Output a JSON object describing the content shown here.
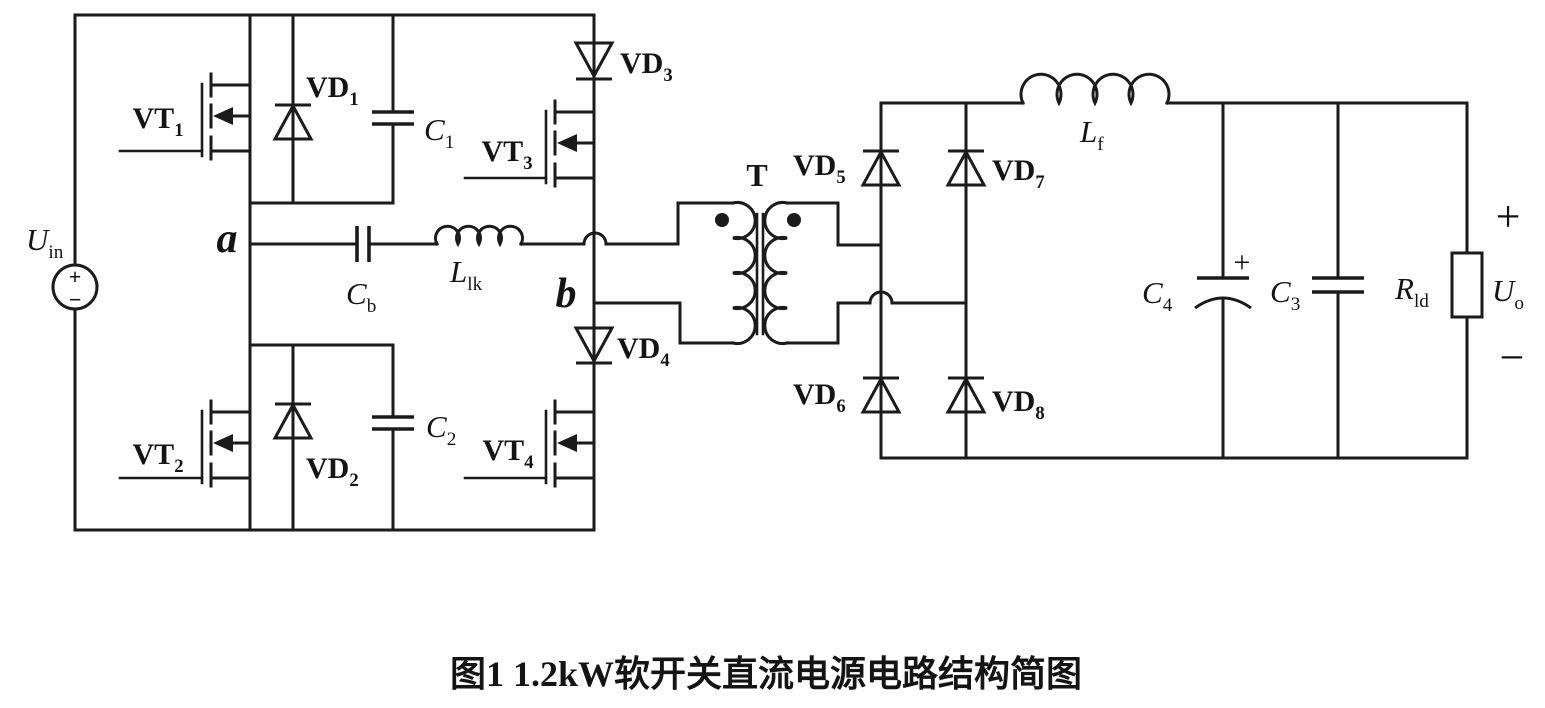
{
  "colors": {
    "ink": "#1b1b1b",
    "paper": "#fefefe"
  },
  "source": {
    "label": {
      "main": "U",
      "sub": "in"
    },
    "plus": "+",
    "minus": "−"
  },
  "bridge": {
    "vt1": {
      "main": "VT",
      "sub": "1"
    },
    "vt2": {
      "main": "VT",
      "sub": "2"
    },
    "vt3": {
      "main": "VT",
      "sub": "3"
    },
    "vt4": {
      "main": "VT",
      "sub": "4"
    },
    "vd1": {
      "main": "VD",
      "sub": "1"
    },
    "vd2": {
      "main": "VD",
      "sub": "2"
    },
    "vd3": {
      "main": "VD",
      "sub": "3"
    },
    "vd4": {
      "main": "VD",
      "sub": "4"
    },
    "c1": {
      "main": "C",
      "sub": "1"
    },
    "c2": {
      "main": "C",
      "sub": "2"
    }
  },
  "link": {
    "cb": {
      "main": "C",
      "sub": "b"
    },
    "llk": {
      "main": "L",
      "sub": "lk"
    },
    "node_a": "a",
    "node_b": "b"
  },
  "transformer": {
    "label": "T"
  },
  "rectifier": {
    "vd5": {
      "main": "VD",
      "sub": "5"
    },
    "vd6": {
      "main": "VD",
      "sub": "6"
    },
    "vd7": {
      "main": "VD",
      "sub": "7"
    },
    "vd8": {
      "main": "VD",
      "sub": "8"
    }
  },
  "output": {
    "lf": {
      "main": "L",
      "sub": "f"
    },
    "c4": {
      "main": "C",
      "sub": "4"
    },
    "c4_plus": "+",
    "c3": {
      "main": "C",
      "sub": "3"
    },
    "rld": {
      "main": "R",
      "sub": "ld"
    },
    "uo": {
      "main": "U",
      "sub": "o"
    },
    "plus": "+",
    "minus": "−"
  },
  "figure": {
    "caption": "图1  1.2kW软开关直流电源电路结构简图"
  }
}
